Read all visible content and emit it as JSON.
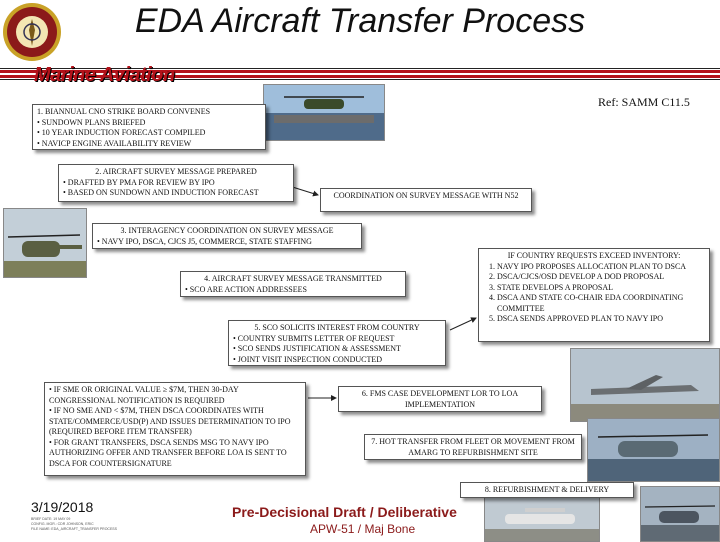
{
  "header": {
    "title": "EDA Aircraft Transfer Process",
    "brand": "Marine Aviation",
    "ref": "Ref: SAMM C11.5"
  },
  "steps": {
    "step1": [
      "1. BIANNUAL CNO STRIKE BOARD CONVENES",
      "• SUNDOWN PLANS BRIEFED",
      "• 10 YEAR INDUCTION FORECAST COMPILED",
      "• NAVICP ENGINE AVAILABILITY REVIEW"
    ],
    "step2": [
      "2. AIRCRAFT SURVEY MESSAGE PREPARED",
      "• DRAFTED BY PMA FOR REVIEW BY IPO",
      "• BASED ON SUNDOWN AND INDUCTION FORECAST"
    ],
    "coordination": "COORDINATION ON SURVEY MESSAGE WITH N52",
    "step3": [
      "3. INTERAGENCY COORDINATION ON SURVEY MESSAGE",
      "• NAVY IPO, DSCA, CJCS J5, COMMERCE, STATE STAFFING"
    ],
    "step4": [
      "4. AIRCRAFT SURVEY MESSAGE TRANSMITTED",
      "• SCO ARE ACTION ADDRESSEES"
    ],
    "step5": [
      "5. SCO SOLICITS INTEREST FROM COUNTRY",
      "• COUNTRY SUBMITS LETTER OF REQUEST",
      "• SCO SENDS JUSTIFICATION & ASSESSMENT",
      "• JOINT VISIT INSPECTION CONDUCTED"
    ],
    "inventory_title": "IF COUNTRY REQUESTS EXCEED INVENTORY:",
    "inventory_items": [
      "NAVY IPO PROPOSES ALLOCATION PLAN TO DSCA",
      "DSCA/CJCS/OSD DEVELOP A DOD PROPOSAL",
      "STATE DEVELOPS A PROPOSAL",
      "DSCA AND STATE CO-CHAIR EDA COORDINATING COMMITTEE",
      "DSCA SENDS APPROVED PLAN TO NAVY IPO"
    ],
    "notes": [
      "• IF SME OR ORIGINAL VALUE ≥ $7M, THEN 30-DAY CONGRESSIONAL NOTIFICATION IS REQUIRED",
      "• IF NO SME AND < $7M, THEN DSCA COORDINATES WITH STATE/COMMERCE/USD(P) AND ISSUES DETERMINATION TO IPO (REQUIRED BEFORE ITEM TRANSFER)",
      "• FOR GRANT TRANSFERS, DSCA SENDS MSG TO NAVY IPO AUTHORIZING OFFER AND TRANSFER BEFORE LOA IS SENT TO DSCA FOR COUNTERSIGNATURE"
    ],
    "step6": "6. FMS CASE DEVELOPMENT LOR TO LOA IMPLEMENTATION",
    "step7": "7. HOT TRANSFER FROM FLEET OR MOVEMENT FROM AMARG TO REFURBISHMENT SITE",
    "step8": "8. REFURBISHMENT & DELIVERY"
  },
  "footer": {
    "date": "3/19/2018",
    "tiny": [
      "BRIEF DATE: 19 MAY 09",
      "CONFIG. MGR.: CDR JOHNSON, ERIC",
      "FILE NAME: EDA_AIRCRAFT_TRANSFER PROCESS"
    ],
    "marking": "Pre-Decisional Draft / Deliberative",
    "apw": "APW-51 / Maj Bone"
  },
  "colors": {
    "accent": "#b3121a",
    "footer_text": "#8b1a1a"
  }
}
